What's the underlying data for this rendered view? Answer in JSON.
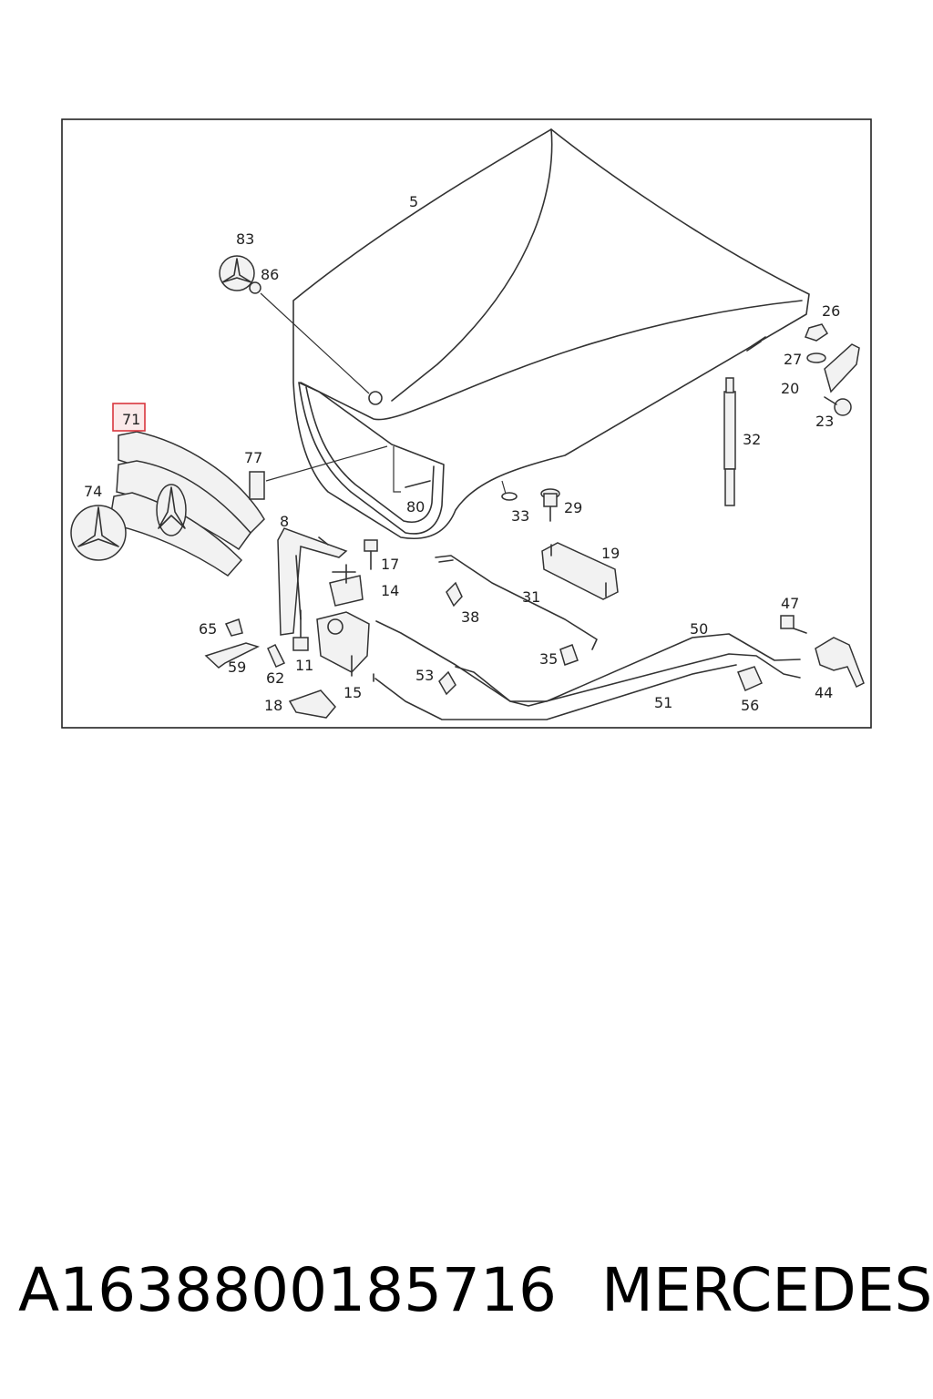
{
  "diagram": {
    "callouts": {
      "c5": "5",
      "c83": "83",
      "c86": "86",
      "c26": "26",
      "c27": "27",
      "c20": "20",
      "c23": "23",
      "c71": "71",
      "c77": "77",
      "c74": "74",
      "c32": "32",
      "c80": "80",
      "c33": "33",
      "c29": "29",
      "c8": "8",
      "c17": "17",
      "c19": "19",
      "c14": "14",
      "c31": "31",
      "c65": "65",
      "c38": "38",
      "c47": "47",
      "c50": "50",
      "c59": "59",
      "c11": "11",
      "c35": "35",
      "c62": "62",
      "c53": "53",
      "c15": "15",
      "c44": "44",
      "c51": "51",
      "c18": "18",
      "c56": "56"
    },
    "highlight_color": "#d9363e"
  },
  "caption": {
    "part_number": "A1638800185716",
    "brand": "MERCEDES"
  }
}
